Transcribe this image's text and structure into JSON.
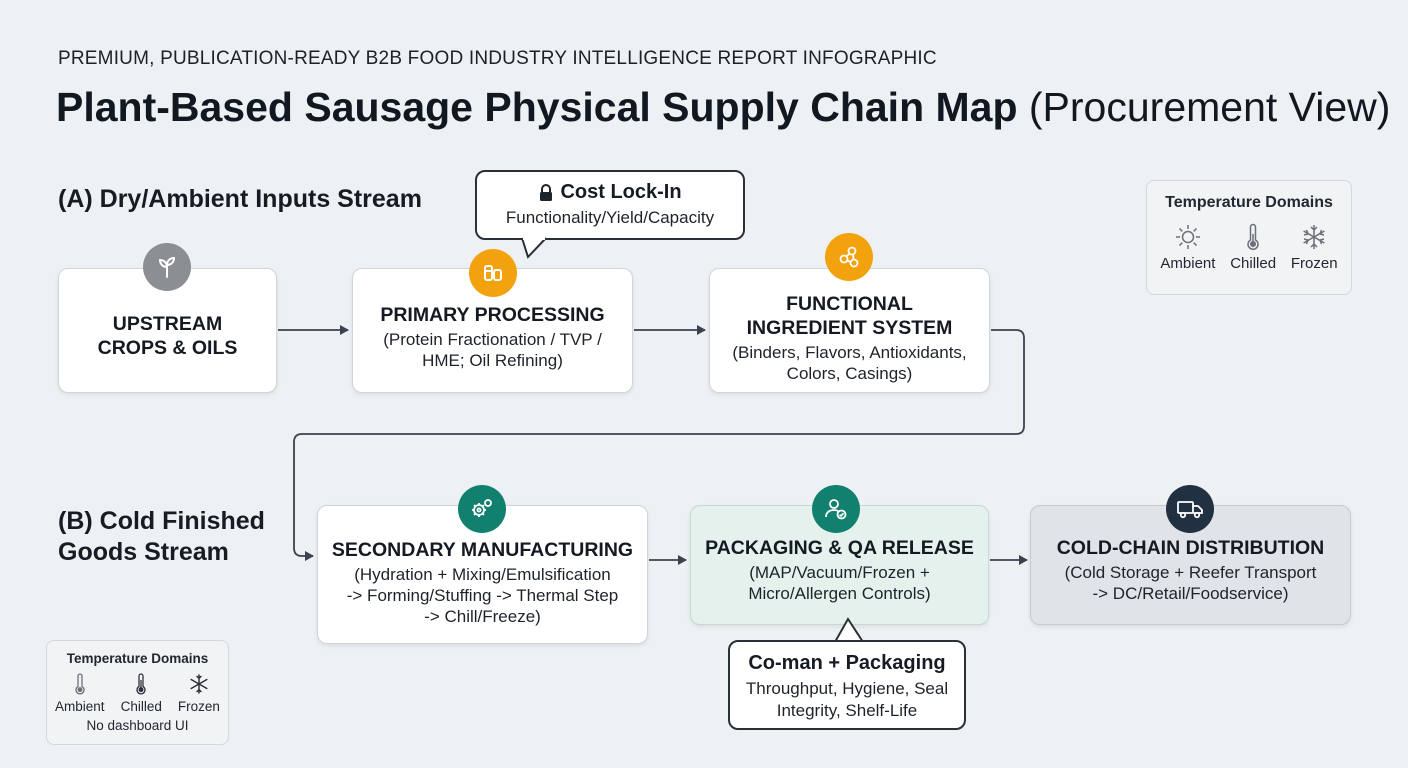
{
  "header": {
    "kicker": "PREMIUM, PUBLICATION-READY B2B FOOD INDUSTRY INTELLIGENCE REPORT INFOGRAPHIC",
    "title_bold": "Plant-Based Sausage Physical Supply Chain Map",
    "title_light": "(Procurement View)"
  },
  "streams": {
    "a_label": "(A) Dry/Ambient Inputs Stream",
    "b_label_line1": "(B) Cold Finished",
    "b_label_line2": "Goods Stream"
  },
  "nodes": {
    "upstream": {
      "title_line1": "UPSTREAM",
      "title_line2": "CROPS & OILS",
      "icon": "sprout-icon"
    },
    "primary": {
      "title": "PRIMARY PROCESSING",
      "desc_line1": "(Protein Fractionation / TVP /",
      "desc_line2": "HME; Oil Refining)",
      "icon": "processing-icon",
      "color": "#f2a20c"
    },
    "functional": {
      "title_line1": "FUNCTIONAL",
      "title_line2": "INGREDIENT SYSTEM",
      "desc_line1": "(Binders, Flavors, Antioxidants,",
      "desc_line2": "Colors, Casings)",
      "icon": "molecule-icon",
      "color": "#f2a20c"
    },
    "secondary": {
      "title": "SECONDARY MANUFACTURING",
      "desc_line1": "(Hydration + Mixing/Emulsification",
      "desc_line2": "-> Forming/Stuffing -> Thermal Step",
      "desc_line3": "-> Chill/Freeze)",
      "icon": "gears-icon",
      "color": "#12806e"
    },
    "packaging": {
      "title": "PACKAGING & QA RELEASE",
      "desc_line1": "(MAP/Vacuum/Frozen +",
      "desc_line2": "Micro/Allergen Controls)",
      "icon": "user-check-icon",
      "color": "#12806e"
    },
    "distribution": {
      "title": "COLD-CHAIN DISTRIBUTION",
      "desc_line1": "(Cold Storage + Reefer Transport",
      "desc_line2": "-> DC/Retail/Foodservice)",
      "icon": "truck-icon",
      "color": "#223142"
    }
  },
  "callouts": {
    "cost_lock": {
      "title": "Cost Lock-In",
      "desc": "Functionality/Yield/Capacity",
      "icon": "lock-icon"
    },
    "coman": {
      "title": "Co-man + Packaging",
      "desc_line1": "Throughput, Hygiene, Seal",
      "desc_line2": "Integrity, Shelf-Life"
    }
  },
  "legend_top": {
    "title": "Temperature Domains",
    "items": [
      {
        "label": "Ambient",
        "icon": "sun-icon"
      },
      {
        "label": "Chilled",
        "icon": "thermometer-icon"
      },
      {
        "label": "Frozen",
        "icon": "snowflake-icon"
      }
    ]
  },
  "legend_bottom": {
    "title": "Temperature Domains",
    "items": [
      {
        "label": "Ambient",
        "icon": "thermometer-icon"
      },
      {
        "label": "Chilled",
        "icon": "thermometer-icon"
      },
      {
        "label": "Frozen",
        "icon": "snowflake-icon"
      }
    ],
    "note": "No dashboard UI"
  }
}
